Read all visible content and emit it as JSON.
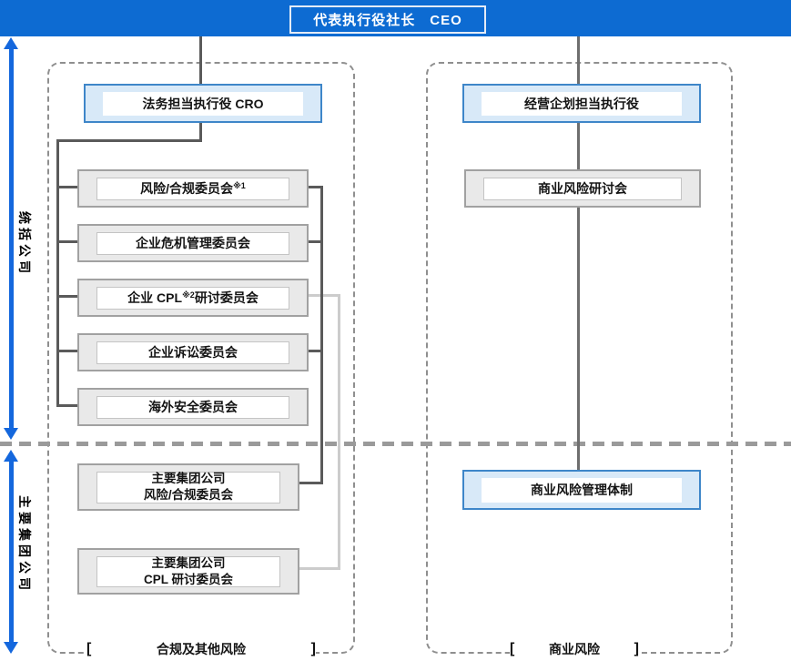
{
  "header": {
    "title": "代表执行役社长　CEO"
  },
  "side_labels": {
    "top": "统括公司",
    "bottom": "主要集团公司"
  },
  "left_panel": {
    "executive": {
      "label": "法务担当执行役 CRO"
    },
    "committees": [
      {
        "pre": "风险/合规委员会",
        "sup": "※1",
        "post": ""
      },
      {
        "pre": "企业危机管理委员会",
        "sup": "",
        "post": ""
      },
      {
        "pre": "企业 CPL",
        "sup": "※2",
        "post": "研讨委员会"
      },
      {
        "pre": "企业诉讼委员会",
        "sup": "",
        "post": ""
      },
      {
        "pre": "海外安全委员会",
        "sup": "",
        "post": ""
      }
    ],
    "group_committees": [
      {
        "line1": "主要集团公司",
        "line2": "风险/合规委员会"
      },
      {
        "line1": "主要集团公司",
        "line2": "CPL 研讨委员会"
      }
    ],
    "footer": {
      "open": "[",
      "label": "合规及其他风险",
      "close": "]"
    }
  },
  "right_panel": {
    "executive": {
      "label": "经营企划担当执行役"
    },
    "committee": {
      "label": "商业风险研讨会"
    },
    "system": {
      "label": "商业风险管理体制"
    },
    "footer": {
      "open": "[",
      "label": "商业风险",
      "close": "]"
    }
  },
  "colors": {
    "header_bar": "#0d6bd2",
    "arrow_blue": "#1467dd",
    "highlight_border": "#3e86c9",
    "highlight_fill": "#d8e9f8",
    "gray_box_fill": "#e9e9e9",
    "gray_box_border": "#a1a1a1",
    "connector_dark": "#5a5a5a",
    "connector_light": "#cccccc",
    "dashed_border": "#8f8f8f"
  }
}
